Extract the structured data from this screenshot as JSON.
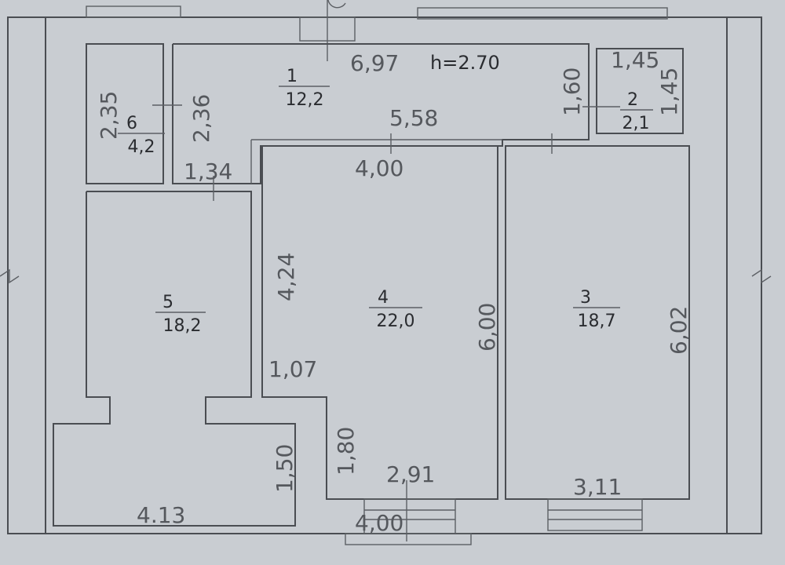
{
  "height_label": "h=2.70",
  "rooms": [
    {
      "num": "1",
      "area": "12,2"
    },
    {
      "num": "2",
      "area": "2,1"
    },
    {
      "num": "3",
      "area": "18,7"
    },
    {
      "num": "4",
      "area": "22,0"
    },
    {
      "num": "5",
      "area": "18,2"
    },
    {
      "num": "6",
      "area": "4,2"
    }
  ],
  "dims": {
    "d697": "6,97",
    "d558": "5,58",
    "d400a": "4,00",
    "d400b": "4,00",
    "d145a": "1,45",
    "d145b": "1,45",
    "d160": "1,60",
    "d235": "2,35",
    "d236": "2,36",
    "d134": "1,34",
    "d424": "4,24",
    "d107": "1,07",
    "d600": "6,00",
    "d602": "6,02",
    "d180": "1,80",
    "d150": "1,50",
    "d291": "2,91",
    "d311": "3,11",
    "d413": "4.13"
  }
}
